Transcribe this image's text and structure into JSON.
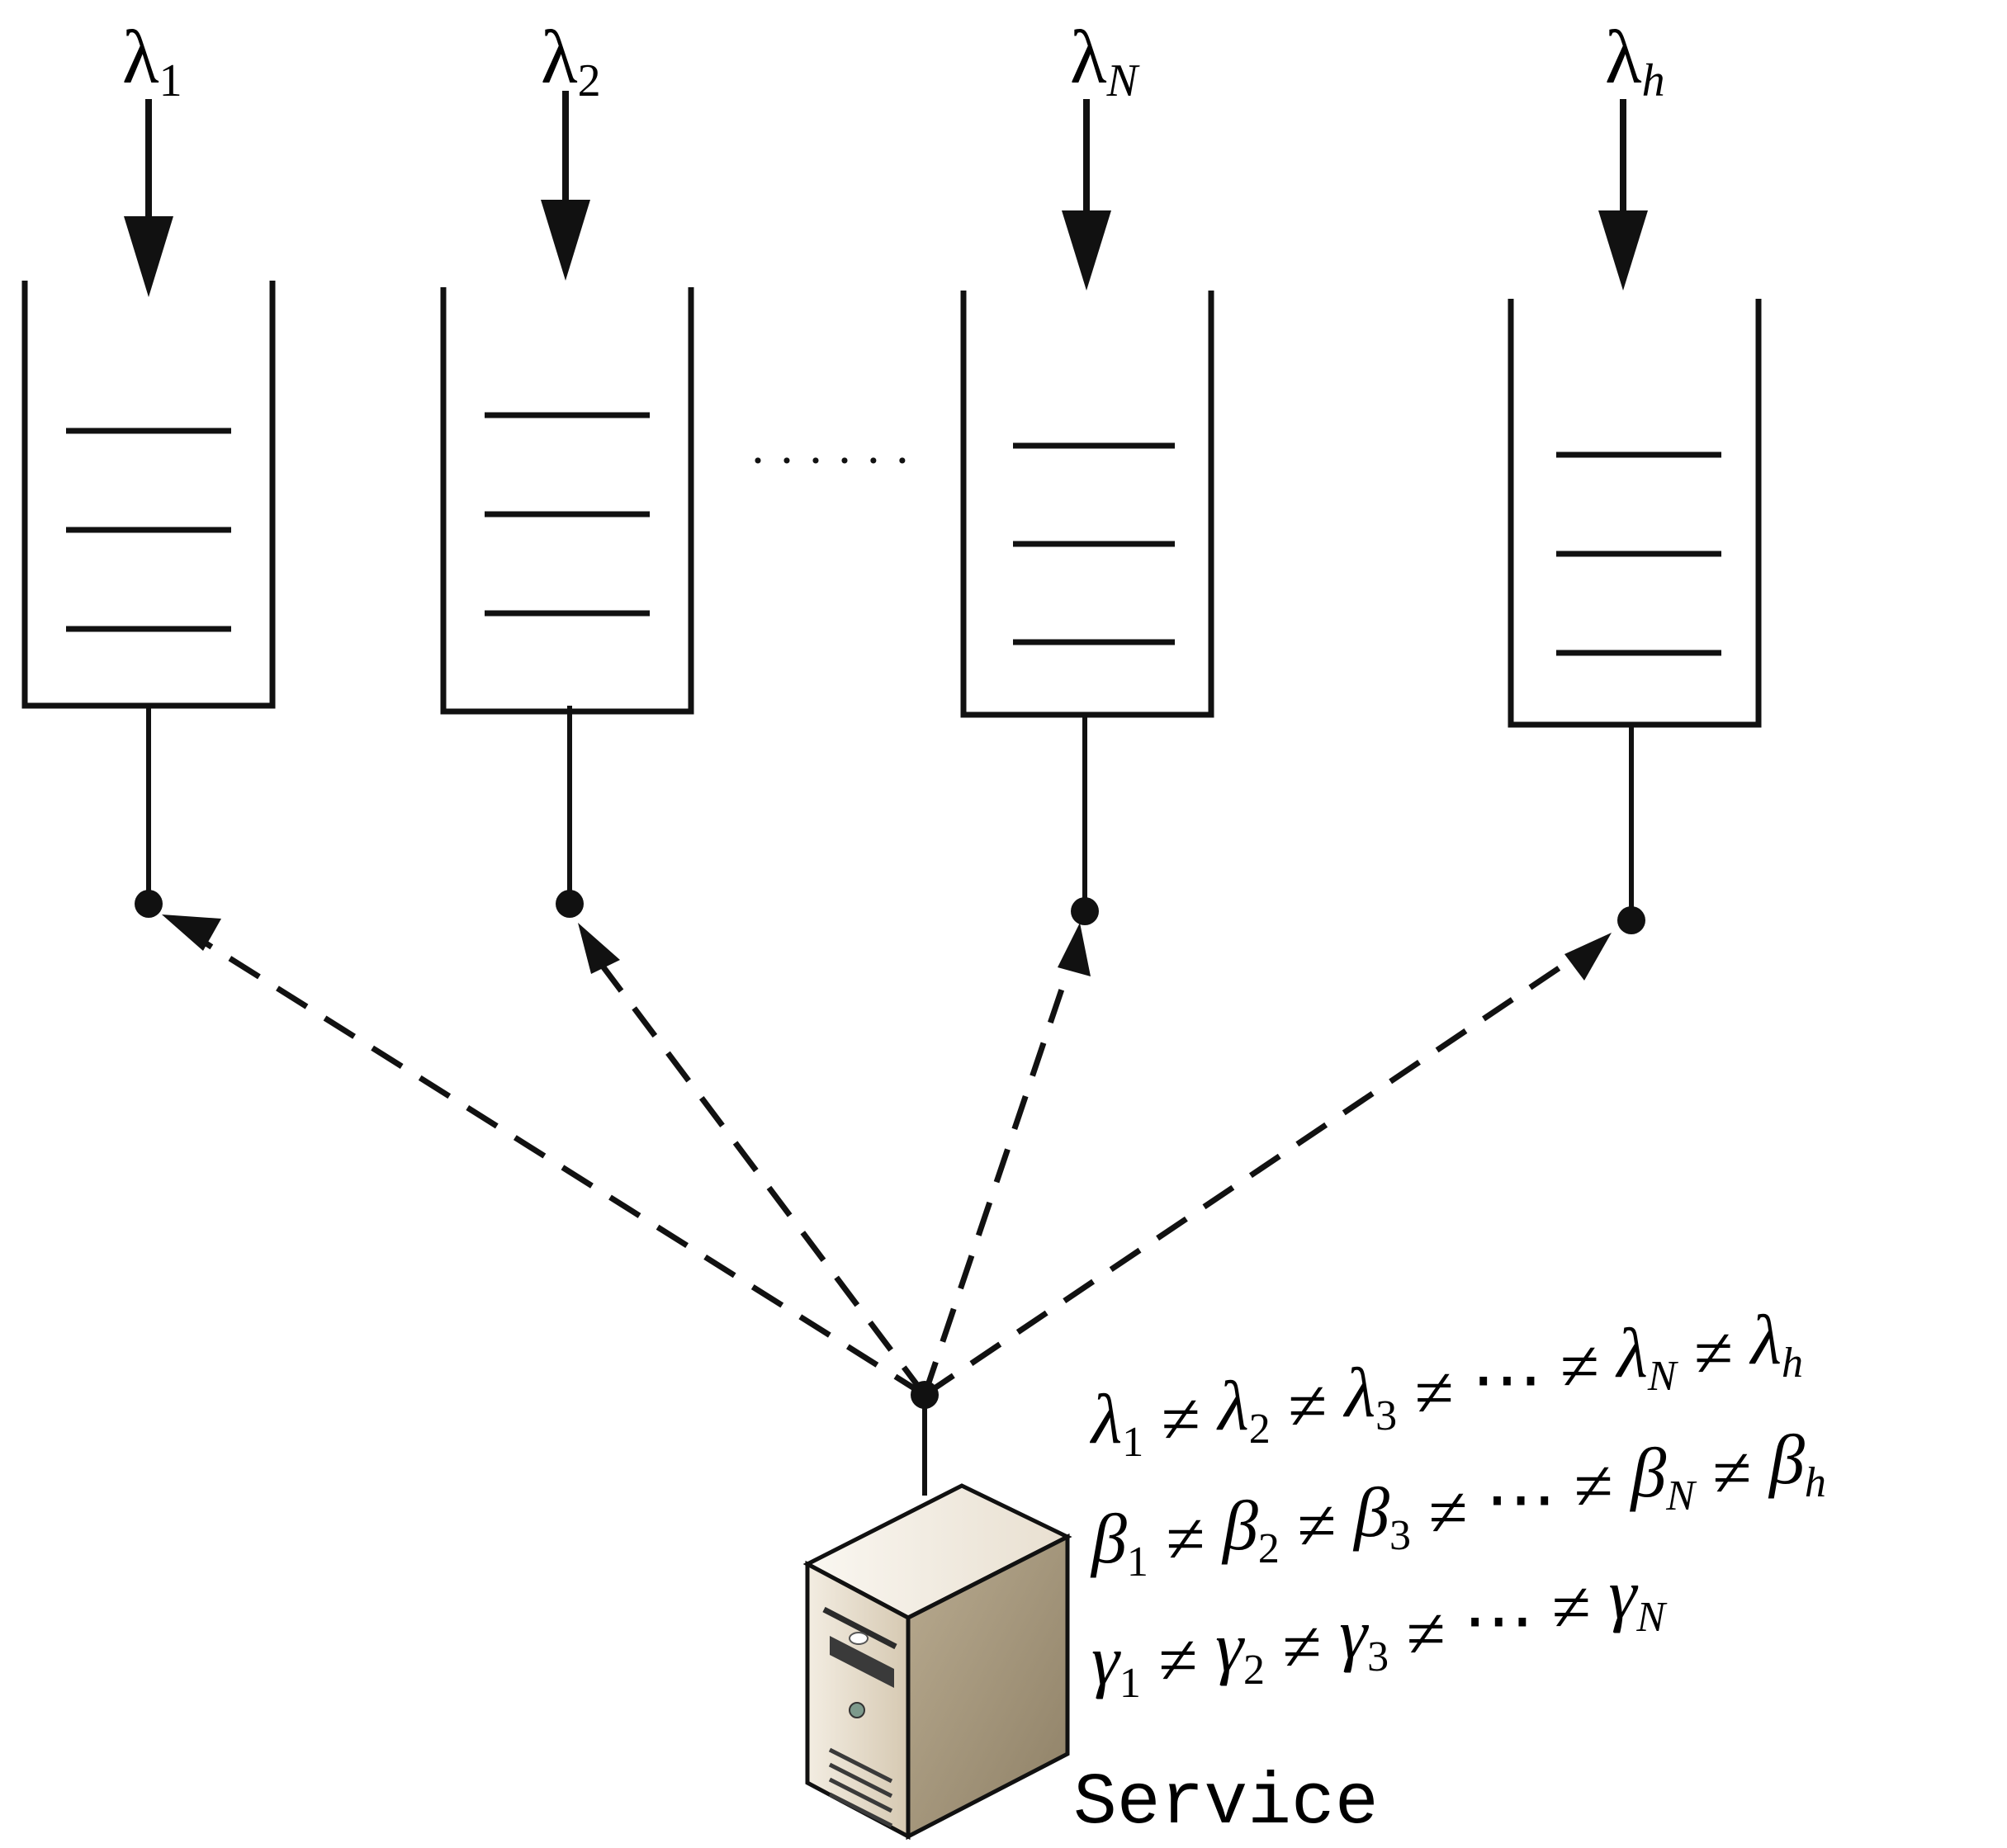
{
  "queues": [
    {
      "symbol": "λ",
      "subscript": "1",
      "subscript_italic": false
    },
    {
      "symbol": "λ",
      "subscript": "2",
      "subscript_italic": false
    },
    {
      "symbol": "λ",
      "subscript": "N",
      "subscript_italic": true
    },
    {
      "symbol": "λ",
      "subscript": "h",
      "subscript_italic": true
    }
  ],
  "ellipsis": "· · · · · ·",
  "server_label": "Service",
  "equations": [
    {
      "terms": [
        {
          "symbol": "λ",
          "sub": "1",
          "sub_italic": false
        },
        {
          "symbol": "λ",
          "sub": "2",
          "sub_italic": false
        },
        {
          "symbol": "λ",
          "sub": "3",
          "sub_italic": false
        },
        {
          "symbol": "⋯",
          "sub": "",
          "sub_italic": false
        },
        {
          "symbol": "λ",
          "sub": "N",
          "sub_italic": true
        },
        {
          "symbol": "λ",
          "sub": "h",
          "sub_italic": true
        }
      ],
      "operator": "≠"
    },
    {
      "terms": [
        {
          "symbol": "β",
          "sub": "1",
          "sub_italic": false
        },
        {
          "symbol": "β",
          "sub": "2",
          "sub_italic": false
        },
        {
          "symbol": "β",
          "sub": "3",
          "sub_italic": false
        },
        {
          "symbol": "⋯",
          "sub": "",
          "sub_italic": false
        },
        {
          "symbol": "β",
          "sub": "N",
          "sub_italic": true
        },
        {
          "symbol": "β",
          "sub": "h",
          "sub_italic": true
        }
      ],
      "operator": "≠"
    },
    {
      "terms": [
        {
          "symbol": "γ",
          "sub": "1",
          "sub_italic": false
        },
        {
          "symbol": "γ",
          "sub": "2",
          "sub_italic": false
        },
        {
          "symbol": "γ",
          "sub": "3",
          "sub_italic": false
        },
        {
          "symbol": "⋯",
          "sub": "",
          "sub_italic": false
        },
        {
          "symbol": "γ",
          "sub": "N",
          "sub_italic": true
        }
      ],
      "operator": "≠"
    }
  ],
  "colors": {
    "stroke": "#111111",
    "server_front": "#e6dccb",
    "server_side": "#a8997c",
    "server_top": "#f4eee4"
  }
}
